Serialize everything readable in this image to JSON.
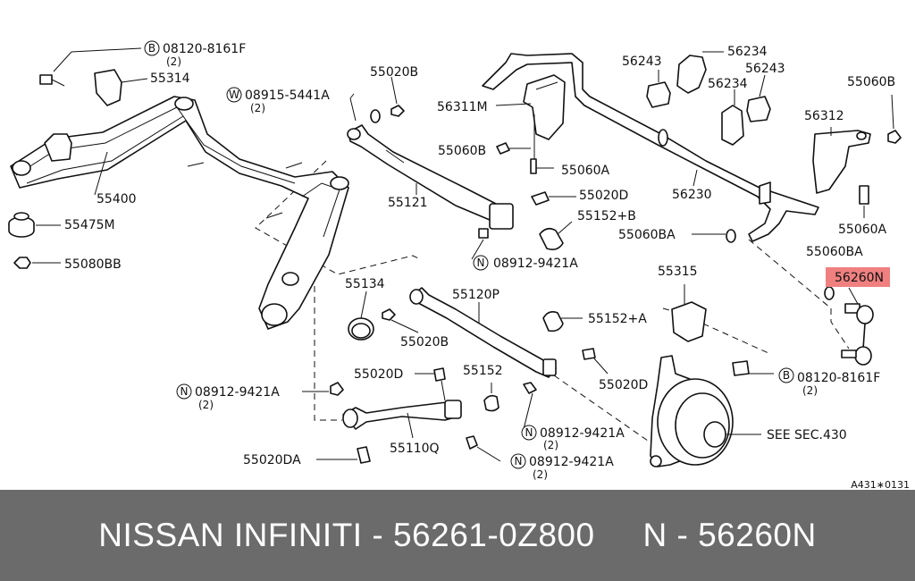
{
  "diagram": {
    "labels": {
      "b_08120_8161F_top": "08120-8161F",
      "b_qty_top": "(2)",
      "l_55314": "55314",
      "w_08915_5441A": "08915-5441A",
      "w_qty": "(2)",
      "l_55020B_top": "55020B",
      "l_56243_left": "56243",
      "l_56234_top": "56234",
      "l_56243_right": "56243",
      "l_56234_mid": "56234",
      "l_55060B_right": "55060B",
      "l_56311M": "56311M",
      "l_56312": "56312",
      "l_55060B_mid": "55060B",
      "l_55060A_mid": "55060A",
      "l_55400": "55400",
      "l_55121": "55121",
      "l_55020D_mid": "55020D",
      "l_56230": "56230",
      "l_55152B": "55152+B",
      "l_55475M": "55475M",
      "l_55060A_right": "55060A",
      "l_55060BA_left": "55060BA",
      "n_08912_9421A_1": "08912-9421A",
      "l_55080BB": "55080BB",
      "l_55060BA_right": "55060BA",
      "l_55315": "55315",
      "l_56260N": "56260N",
      "l_55134": "55134",
      "l_55120P": "55120P",
      "l_55152A": "55152+A",
      "l_55020B_bottom": "55020B",
      "l_55020D_low": "55020D",
      "l_55152": "55152",
      "l_55020D_right": "55020D",
      "b_08120_8161F_bottom": "08120-8161F",
      "b_qty_bottom": "(2)",
      "n_08912_9421A_2": "08912-9421A",
      "n_qty_2": "(2)",
      "n_08912_9421A_3": "08912-9421A",
      "n_qty_3": "(2)",
      "n_08912_9421A_4": "08912-9421A",
      "n_qty_4": "(2)",
      "l_55110Q": "55110Q",
      "l_55020DA": "55020DA",
      "see_sec": "SEE SEC.430",
      "code": "A431∗0131",
      "badge_B": "B",
      "badge_W": "W",
      "badge_N": "N"
    },
    "highlight_color": "#f08080"
  },
  "footer": {
    "text": "NISSAN INFINITI - 56261-0Z800     N - 56260N"
  }
}
